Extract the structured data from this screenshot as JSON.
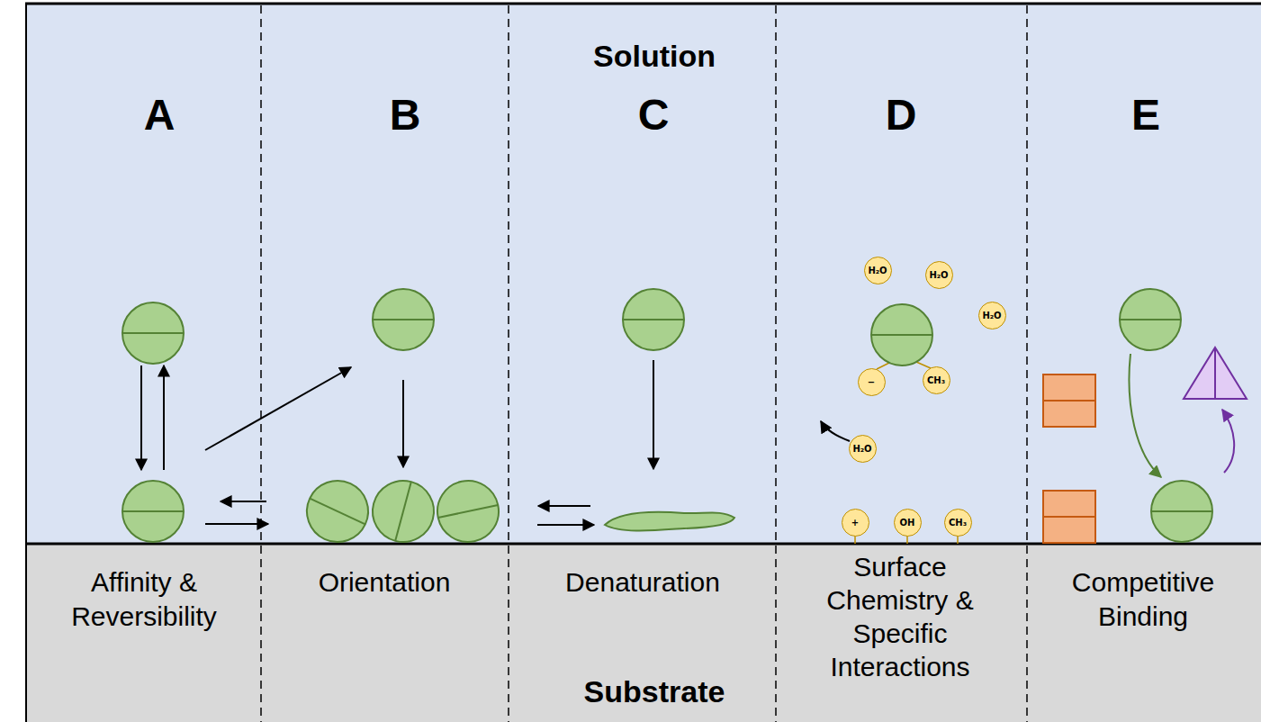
{
  "diagram": {
    "nodes": [
      {
        "text": [
          "H₂O"
        ]
      },
      {
        "text": [
          "H₂O"
        ]
      },
      {
        "text": [
          "H₂O"
        ]
      },
      {
        "text": [
          "−"
        ]
      },
      {
        "text": [
          "CH₃"
        ]
      },
      {
        "text": [
          "H₂O"
        ]
      },
      {
        "text": [
          "+"
        ]
      },
      {
        "text": [
          "OH"
        ]
      },
      {
        "text": [
          "CH₃"
        ]
      }
    ],
    "labels": [
      "Solution",
      "A",
      "B",
      "C",
      "D",
      "E",
      "Affinity & Reversibility",
      "Orientation",
      "Denaturation",
      "Substrate",
      "Surface Chemistry & Specific Interactions",
      "Competitive Binding"
    ]
  }
}
